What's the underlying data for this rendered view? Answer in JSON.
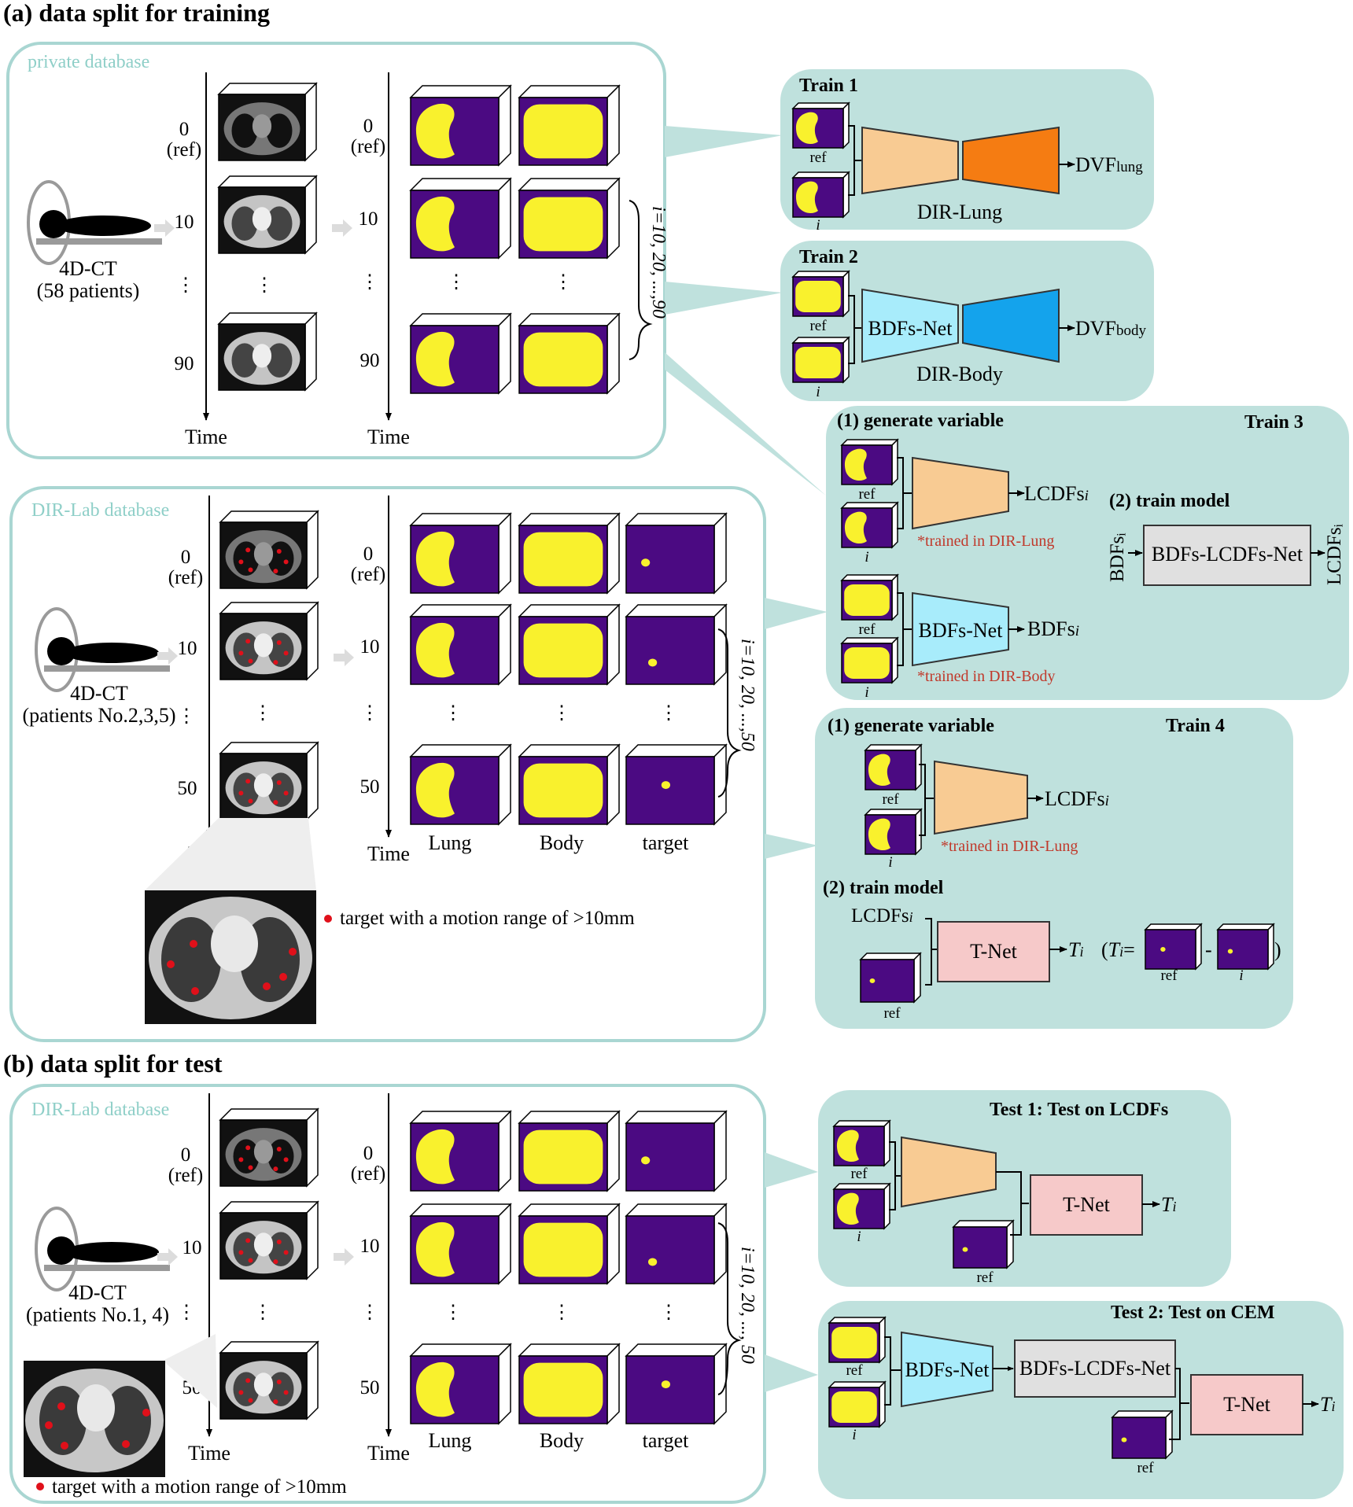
{
  "section_a_title": "(a) data split for training",
  "section_b_title": "(b) data split for test",
  "colors": {
    "panel_border": "#a9d6d2",
    "panel_fill": "#bfe1dd",
    "db_label": "#8fcfc8",
    "mask_bg": "#4b0a82",
    "mask_fg": "#f9f12d",
    "encoder_orange": "#f8cb93",
    "decoder_orange": "#f57c12",
    "encoder_cyan": "#a8ecfb",
    "decoder_blue": "#14a3ec",
    "tnet_pink": "#f6c9c9",
    "grey_box": "#e0e0e0",
    "red_note": "#c0392b"
  },
  "db": {
    "private": "private database",
    "dirlab": "DIR-Lab database"
  },
  "phase": {
    "p0": "0",
    "ref": "(ref)",
    "p10": "10",
    "p50": "50",
    "p90": "90",
    "dots": "⋮"
  },
  "time_label": "Time",
  "ct": {
    "label": "4D-CT",
    "private_patients": "(58 patients)",
    "dirlab_train_patients": "(patients No.2,3,5)",
    "dirlab_test_patients": "(patients No.1, 4)"
  },
  "brace": {
    "private": "i=10, 20, ...,90",
    "dirlab_train": "i=10, 20, ...,50",
    "dirlab_test": "i=10, 20, ..., 50"
  },
  "column": {
    "lung": "Lung",
    "body": "Body",
    "target": "target"
  },
  "legend_target": "target with a motion range of >10mm",
  "train1": {
    "title": "Train 1",
    "ref": "ref",
    "i": "i",
    "model": "DIR-Lung",
    "out_main": "DVF",
    "out_sub": "lung"
  },
  "train2": {
    "title": "Train 2",
    "ref": "ref",
    "i": "i",
    "encoder": "BDFs-Net",
    "model": "DIR-Body",
    "out_main": "DVF",
    "out_sub": "body"
  },
  "train3": {
    "title": "Train 3",
    "step1": "(1) generate variable",
    "step2": "(2) train model",
    "ref": "ref",
    "i": "i",
    "lcdfs_main": "LCDFs",
    "lcdfs_sub": "i",
    "note_lung": "*trained in DIR-Lung",
    "bdfs_net": "BDFs-Net",
    "bdfs_main": "BDFs",
    "bdfs_sub": "i",
    "note_body": "*trained in DIR-Body",
    "model": "BDFs-LCDFs-Net",
    "in_label": "BDFsᵢ",
    "out_label": "LCDFsᵢ"
  },
  "train4": {
    "title": "Train 4",
    "step1": "(1) generate variable",
    "step2": "(2) train model",
    "ref": "ref",
    "i": "i",
    "lcdfs_main": "LCDFs",
    "lcdfs_sub": "i",
    "note_lung": "*trained in DIR-Lung",
    "tnet": "T-Net",
    "t_main": "T",
    "t_sub": "i",
    "eq_open": "(",
    "eq_eq": "=",
    "eq_minus": "-",
    "eq_close": ")"
  },
  "test1": {
    "title": "Test 1: Test on LCDFs",
    "ref": "ref",
    "i": "i",
    "tnet": "T-Net",
    "t_main": "T",
    "t_sub": "i"
  },
  "test2": {
    "title": "Test 2: Test on CEM",
    "ref": "ref",
    "i": "i",
    "bdfs_net": "BDFs-Net",
    "model": "BDFs-LCDFs-Net",
    "tnet": "T-Net",
    "t_main": "T",
    "t_sub": "i"
  }
}
